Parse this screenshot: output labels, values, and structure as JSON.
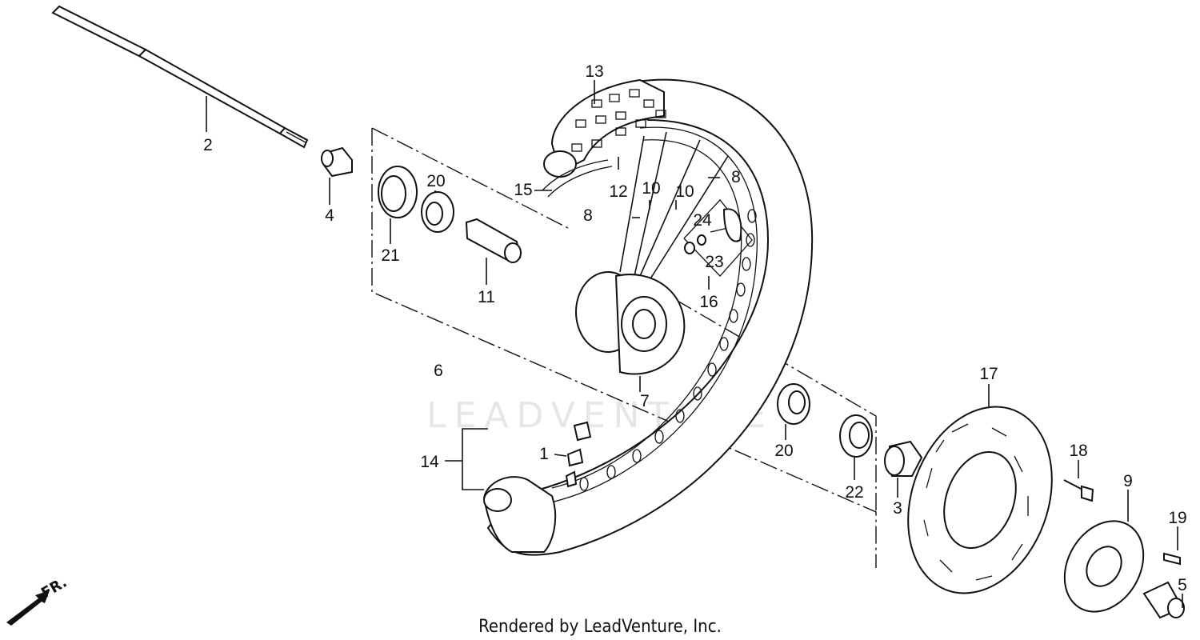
{
  "callouts": [
    "1",
    "2",
    "3",
    "4",
    "5",
    "6",
    "7",
    "8",
    "8",
    "9",
    "10",
    "10",
    "11",
    "12",
    "13",
    "14",
    "15",
    "16",
    "17",
    "18",
    "19",
    "20",
    "20",
    "21",
    "22",
    "23",
    "24"
  ],
  "watermark": "LEADVENTURE",
  "footer": "Rendered by LeadVenture, Inc.",
  "direction_arrow_label": "FR."
}
